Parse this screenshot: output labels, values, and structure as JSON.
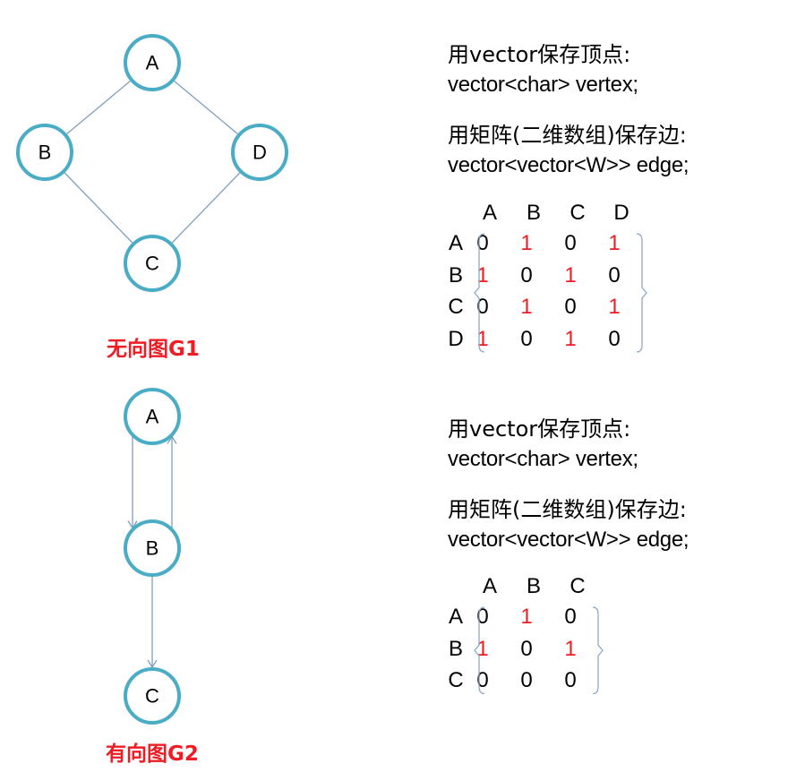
{
  "graph1": {
    "caption": "无向图G1",
    "nodes": [
      {
        "id": "A",
        "label": "A"
      },
      {
        "id": "B",
        "label": "B"
      },
      {
        "id": "C",
        "label": "C"
      },
      {
        "id": "D",
        "label": "D"
      }
    ],
    "edges": [
      [
        "A",
        "B"
      ],
      [
        "A",
        "D"
      ],
      [
        "B",
        "C"
      ],
      [
        "D",
        "C"
      ]
    ],
    "vertex_comment": "用vector保存顶点:",
    "vertex_code": "vector<char> vertex;",
    "edge_comment": "用矩阵(二维数组)保存边:",
    "edge_code": "vector<vector<W>> edge;",
    "matrix_headers": [
      "A",
      "B",
      "C",
      "D"
    ],
    "matrix_rows": [
      {
        "label": "A",
        "values": [
          "0",
          "1",
          "0",
          "1"
        ]
      },
      {
        "label": "B",
        "values": [
          "1",
          "0",
          "1",
          "0"
        ]
      },
      {
        "label": "C",
        "values": [
          "0",
          "1",
          "0",
          "1"
        ]
      },
      {
        "label": "D",
        "values": [
          "1",
          "0",
          "1",
          "0"
        ]
      }
    ]
  },
  "graph2": {
    "caption": "有向图G2",
    "nodes": [
      {
        "id": "A",
        "label": "A"
      },
      {
        "id": "B",
        "label": "B"
      },
      {
        "id": "C",
        "label": "C"
      }
    ],
    "edges": [
      [
        "A",
        "B"
      ],
      [
        "B",
        "A"
      ],
      [
        "B",
        "C"
      ]
    ],
    "vertex_comment": "用vector保存顶点:",
    "vertex_code": "vector<char> vertex;",
    "edge_comment": "用矩阵(二维数组)保存边:",
    "edge_code": "vector<vector<W>> edge;",
    "matrix_headers": [
      "A",
      "B",
      "C"
    ],
    "matrix_rows": [
      {
        "label": "A",
        "values": [
          "0",
          "1",
          "0"
        ]
      },
      {
        "label": "B",
        "values": [
          "1",
          "0",
          "1"
        ]
      },
      {
        "label": "C",
        "values": [
          "0",
          "0",
          "0"
        ]
      }
    ]
  },
  "colors": {
    "node_stroke": "#4bacc6",
    "edge_stroke": "#7f9fc0",
    "highlight": "#ee1c24",
    "bracket": "#8ea9c8"
  }
}
